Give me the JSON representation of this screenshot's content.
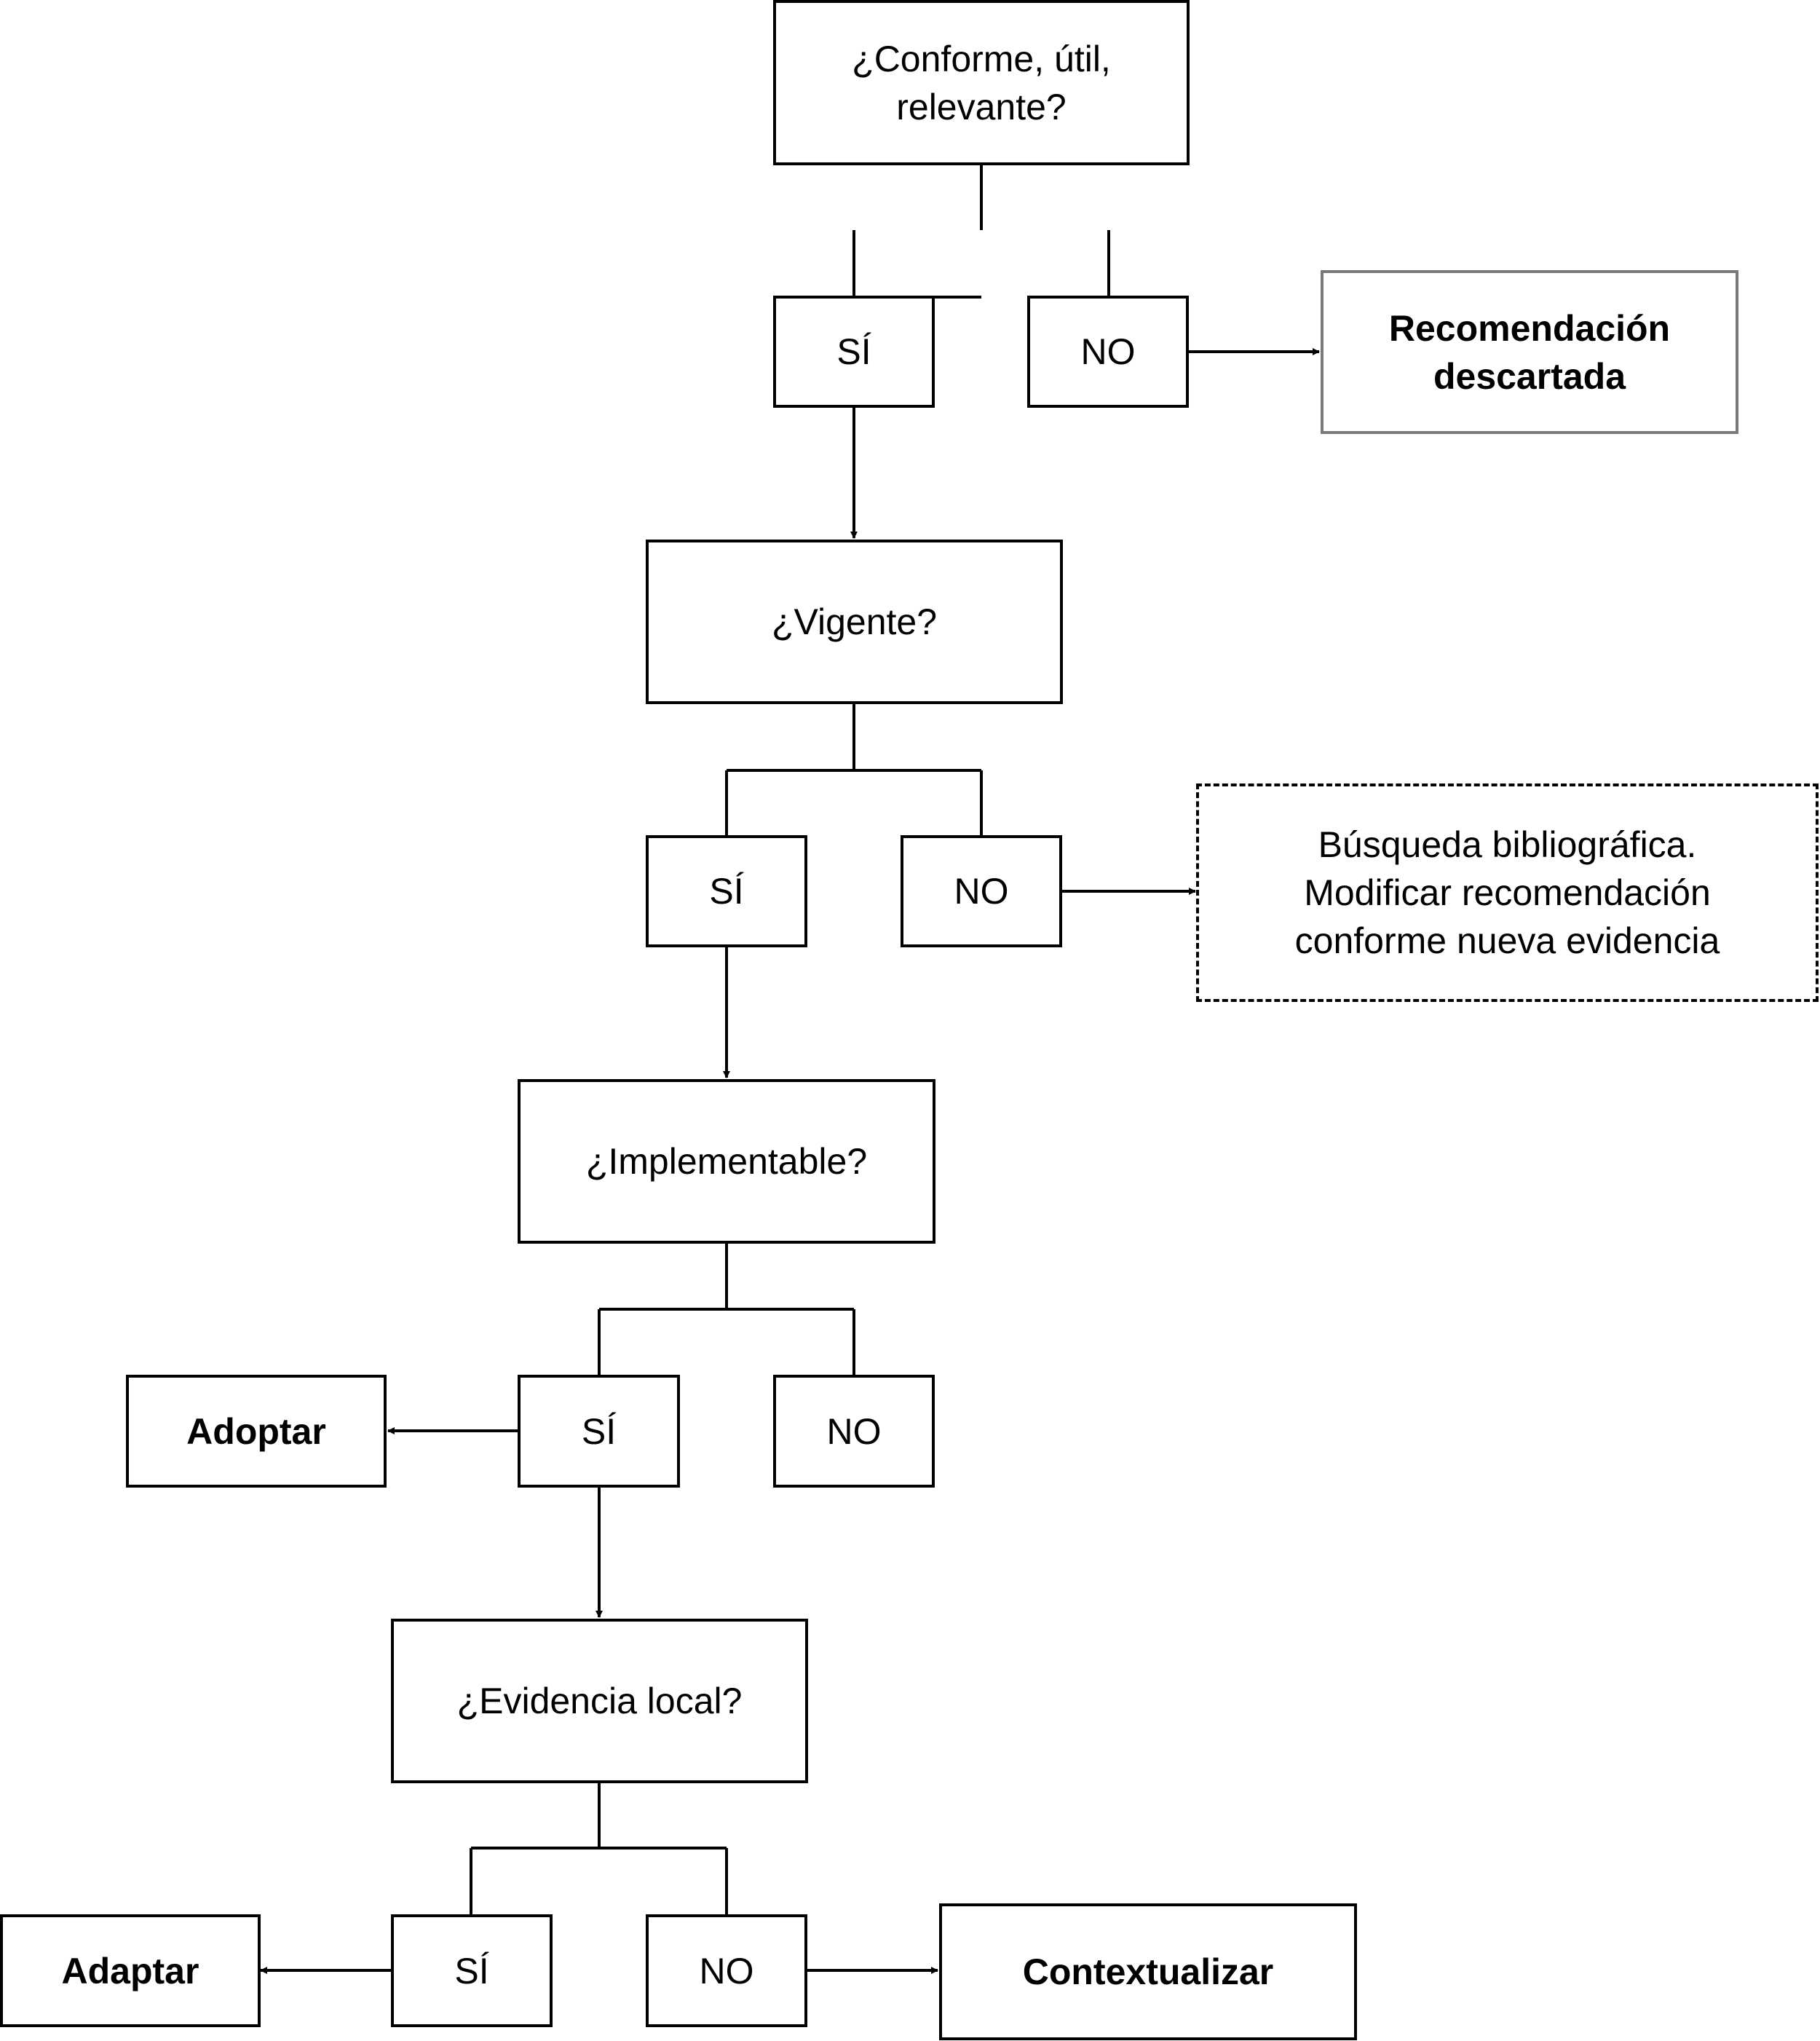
{
  "nodes": {
    "q1": "¿Conforme, útil,\nrelevante?",
    "q1_yes": "SÍ",
    "q1_no": "NO",
    "discarded": "Recomendación\ndescartada",
    "q2": "¿Vigente?",
    "q2_yes": "SÍ",
    "q2_no": "NO",
    "search": "Búsqueda bibliográfica.\nModificar recomendación\nconforme nueva evidencia",
    "q3": "¿Implementable?",
    "q3_yes": "SÍ",
    "q3_no": "NO",
    "adopt": "Adoptar",
    "q4": "¿Evidencia local?",
    "q4_yes": "SÍ",
    "q4_no": "NO",
    "adapt": "Adaptar",
    "contextualize": "Contextualizar"
  }
}
